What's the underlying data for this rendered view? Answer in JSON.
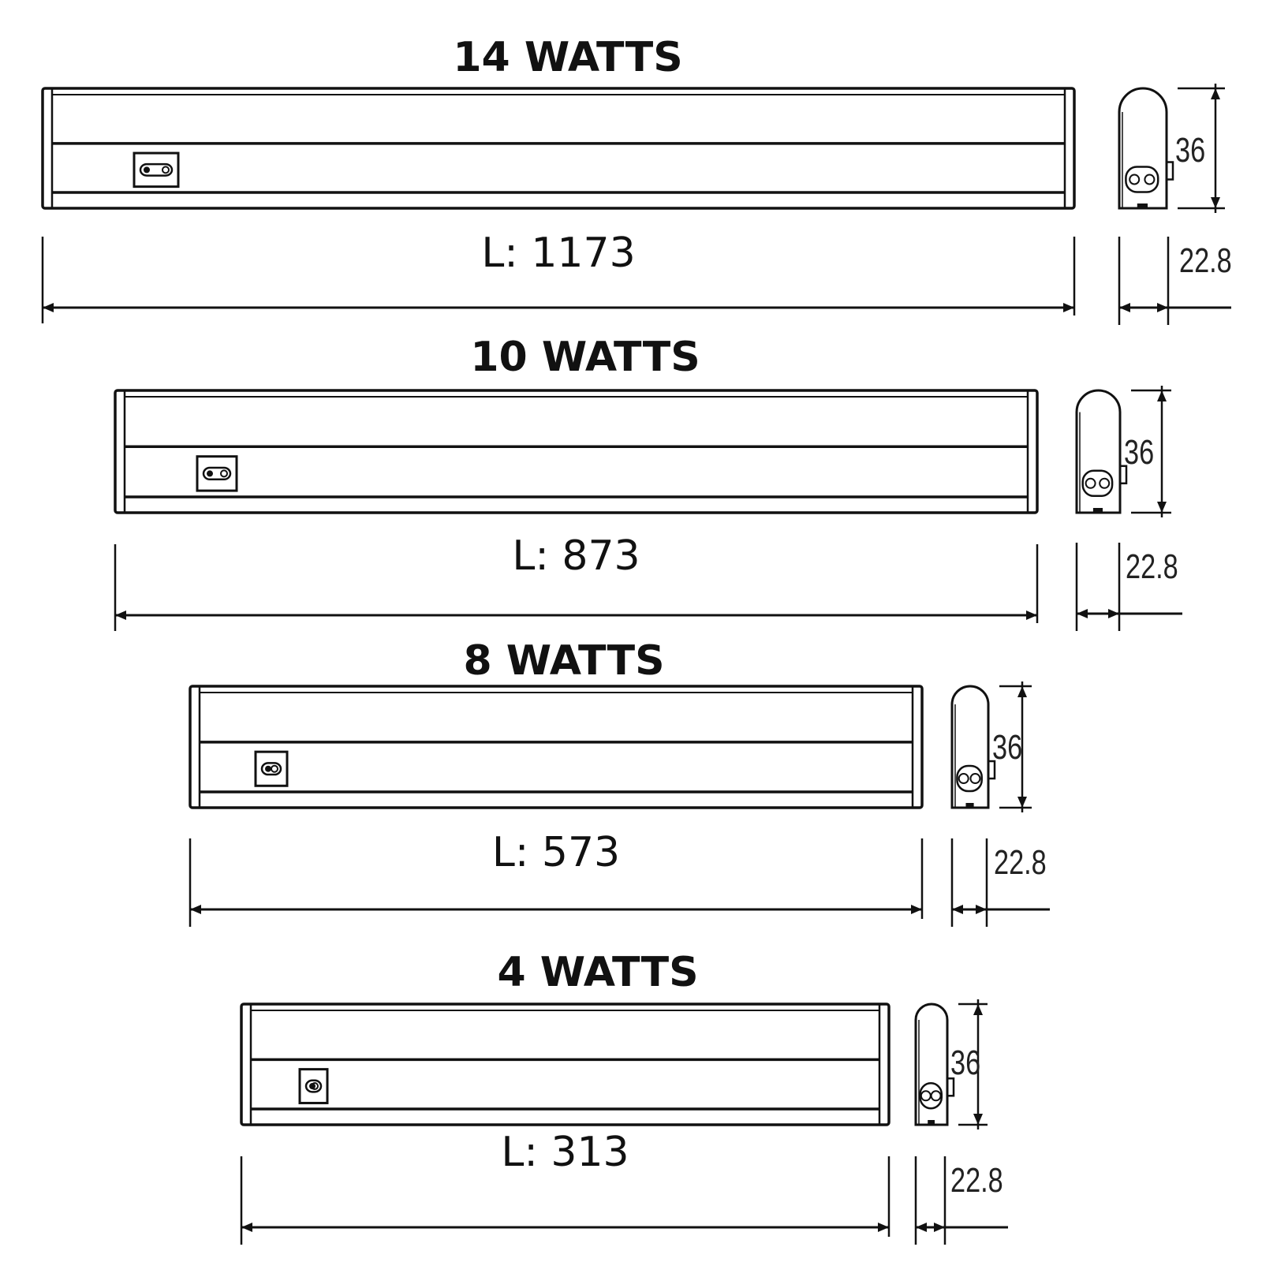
{
  "units": "mm",
  "colors": {
    "line": "#111111",
    "text": "#111111",
    "background": "#ffffff"
  },
  "fixtures": [
    {
      "title": "14 WATTS",
      "length_label": "L: 1173",
      "length_mm": 1173,
      "height_label": "36",
      "depth_label": "22.8"
    },
    {
      "title": "10 WATTS",
      "length_label": "L: 873",
      "length_mm": 873,
      "height_label": "36",
      "depth_label": "22.8"
    },
    {
      "title": "8 WATTS",
      "length_label": "L: 573",
      "length_mm": 573,
      "height_label": "36",
      "depth_label": "22.8"
    },
    {
      "title": "4 WATTS",
      "length_label": "L: 313",
      "length_mm": 313,
      "height_label": "36",
      "depth_label": "22.8"
    }
  ]
}
